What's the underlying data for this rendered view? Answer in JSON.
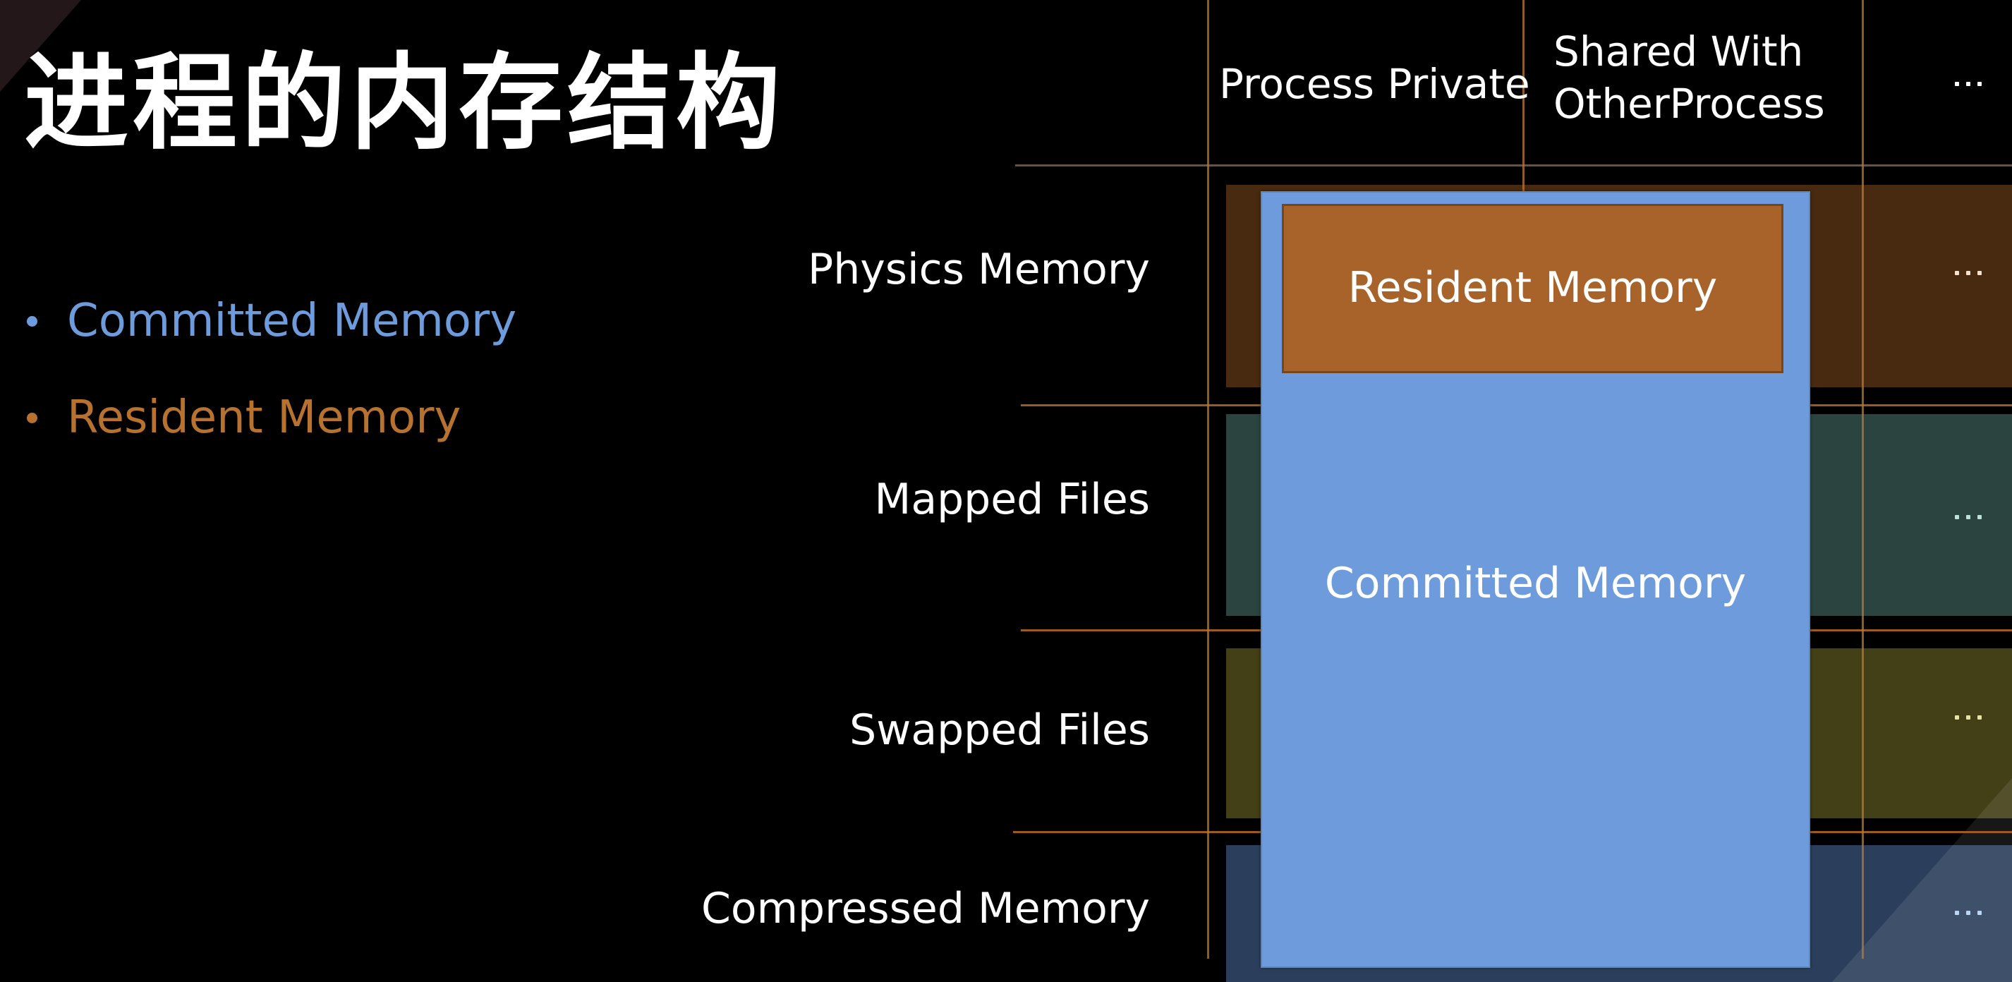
{
  "slide": {
    "title": "进程的内存结构",
    "bullets": [
      {
        "label": "Committed Memory",
        "color": "#6d9bdc"
      },
      {
        "label": "Resident Memory",
        "color": "#b8722f"
      }
    ]
  },
  "diagram": {
    "columns": [
      "Process Private",
      "Shared With\nOtherProcess",
      "..."
    ],
    "column_header_h2_lines": [
      "Shared With",
      "OtherProcess"
    ],
    "rows": [
      {
        "label": "Physics Memory",
        "ellipsis": "...",
        "color": "#472a10"
      },
      {
        "label": "Mapped Files",
        "ellipsis": "...",
        "color": "#2b4440"
      },
      {
        "label": "Swapped Files",
        "ellipsis": "...",
        "color": "#433f16"
      },
      {
        "label": "Compressed Memory",
        "ellipsis": "...",
        "color": "#2b3f5c"
      }
    ],
    "overlays": {
      "committed": {
        "label": "Committed Memory",
        "color": "#6d9bdc"
      },
      "resident": {
        "label": "Resident Memory",
        "color": "#a8632a"
      }
    },
    "grid_line_color": "#9a5a22"
  }
}
